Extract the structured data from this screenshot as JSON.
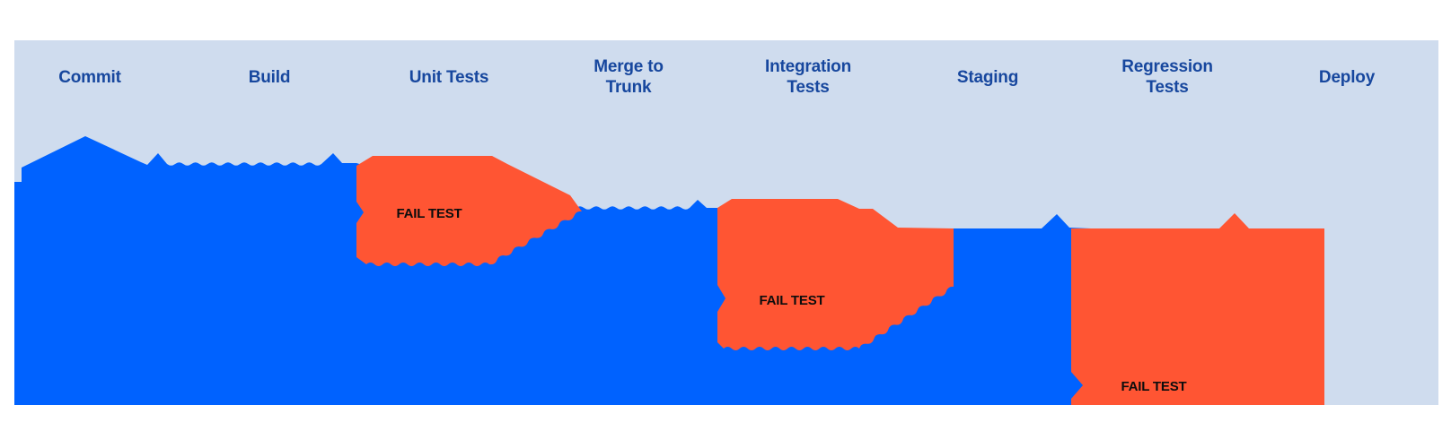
{
  "diagram": {
    "type": "ci-cd-pipeline-flow",
    "stages": [
      {
        "label": "Commit"
      },
      {
        "label": "Build"
      },
      {
        "label": "Unit Tests"
      },
      {
        "label": "Merge to\nTrunk"
      },
      {
        "label": "Integration\nTests"
      },
      {
        "label": "Staging"
      },
      {
        "label": "Regression\nTests"
      },
      {
        "label": "Deploy"
      }
    ],
    "fail_blocks": [
      {
        "label": "FAIL TEST"
      },
      {
        "label": "FAIL TEST"
      },
      {
        "label": "FAIL TEST"
      }
    ],
    "colors": {
      "band_background": "#CFDCEE",
      "flow_blue": "#0062FF",
      "fail_orange": "#FF5533",
      "stage_label": "#17479E",
      "fail_label": "#0D0D0D",
      "page_background": "#FFFFFF"
    }
  }
}
